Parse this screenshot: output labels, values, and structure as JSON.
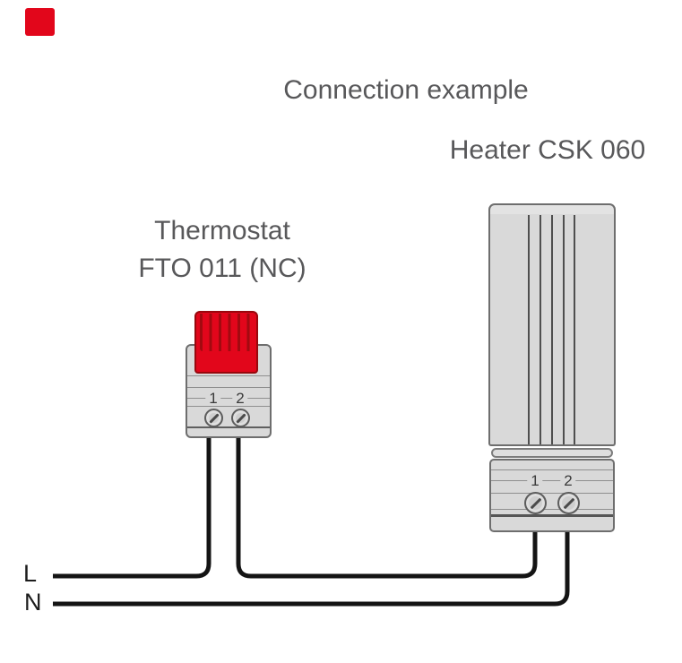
{
  "page": {
    "background": "#ffffff"
  },
  "logo": {
    "color": "#e2061b"
  },
  "title": "Connection example",
  "heater": {
    "label": "Heater CSK 060",
    "terminals": [
      "1",
      "2"
    ]
  },
  "thermostat": {
    "label_line1": "Thermostat",
    "label_line2": "FTO 011 (NC)",
    "terminals": [
      "1",
      "2"
    ]
  },
  "wires": {
    "line_label": "L",
    "neutral_label": "N",
    "color": "#141414"
  },
  "colors": {
    "accent_red": "#e2061b",
    "device_gray": "#d9d9d9",
    "outline_gray": "#6e6e6e",
    "text_gray": "#58585a"
  }
}
